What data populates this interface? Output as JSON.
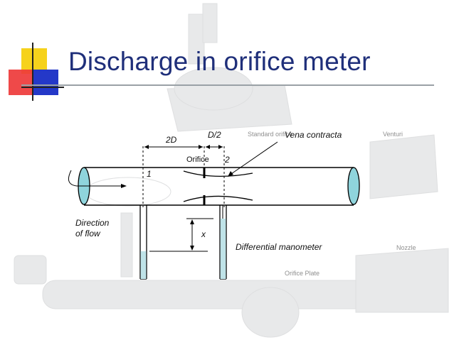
{
  "slide": {
    "title": "Discharge in orifice meter"
  },
  "background_labels": {
    "standard_orifice": "Standard orifice",
    "venturi": "Venturi",
    "nozzle": "Nozzle",
    "orifice_plate": "Orifice Plate"
  },
  "diagram": {
    "label_2d": "2D",
    "label_d2": "D/2",
    "label_vena": "Vena contracta",
    "label_orifice": "Orifice",
    "label_1": "1",
    "label_2": "2",
    "label_direction_line1": "Direction",
    "label_direction_line2": "of flow",
    "label_x": "x",
    "label_manometer": "Differential manometer"
  },
  "colors": {
    "title": "#1f2f7a",
    "logo_yellow": "#f6d21c",
    "logo_red": "#ee3a3a",
    "logo_blue": "#2438c8",
    "pipe_end": "#8fd4dc",
    "manometer_fluid": "#bfe3e8"
  }
}
